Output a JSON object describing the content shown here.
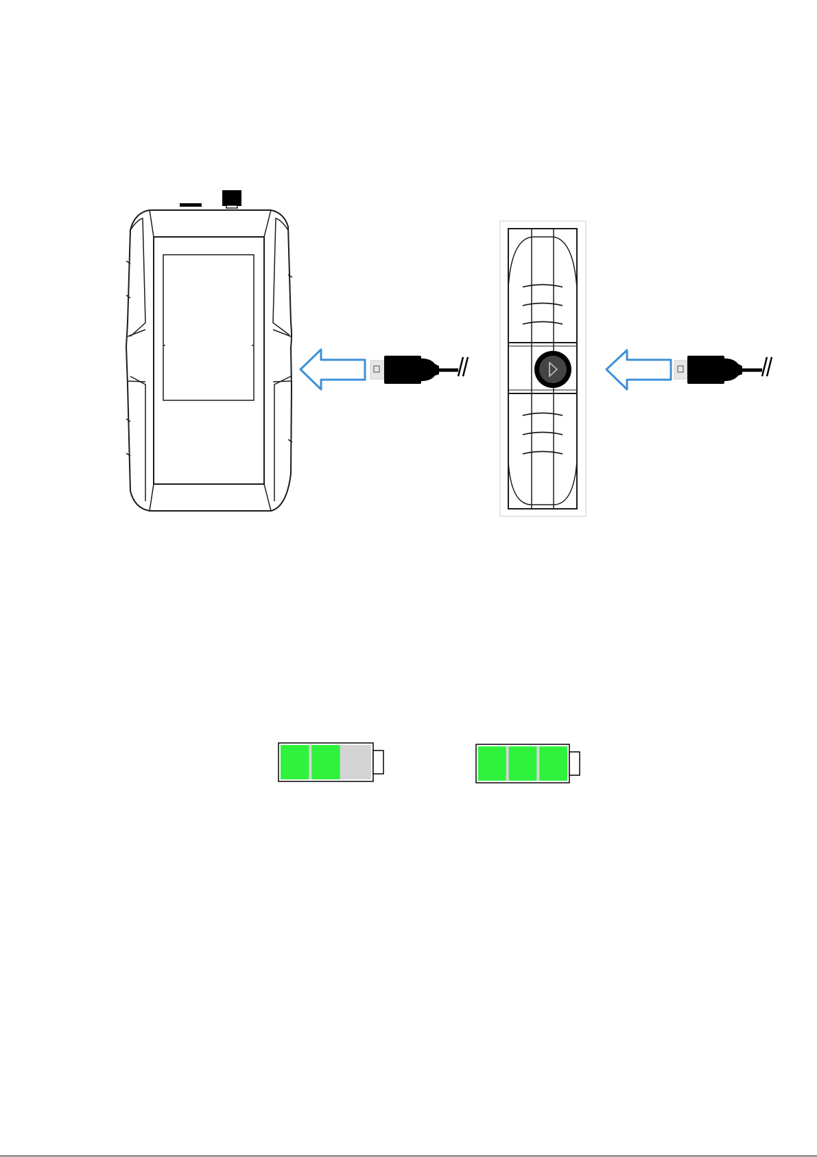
{
  "figure": {
    "steps": [
      {
        "id": "device-front",
        "action": "usb-plug-in",
        "arrow_direction": "left"
      },
      {
        "id": "device-side",
        "action": "usb-plug-in",
        "arrow_direction": "left"
      }
    ],
    "battery_indicators": [
      {
        "id": "battery-charging",
        "segments_total": 3,
        "segments_filled": 2,
        "fill_fraction": 0.67
      },
      {
        "id": "battery-full",
        "segments_total": 3,
        "segments_filled": 3,
        "fill_fraction": 1.0
      }
    ],
    "colors": {
      "arrow_outline": "#3d8fd8",
      "battery_fill": "#2ef23c",
      "battery_empty": "#d4d4d4",
      "line_art": "#1a1a1a",
      "cable": "#000000"
    },
    "icons": [
      "usb-connector-icon",
      "left-arrow-icon",
      "play-button-icon",
      "battery-icon"
    ]
  }
}
